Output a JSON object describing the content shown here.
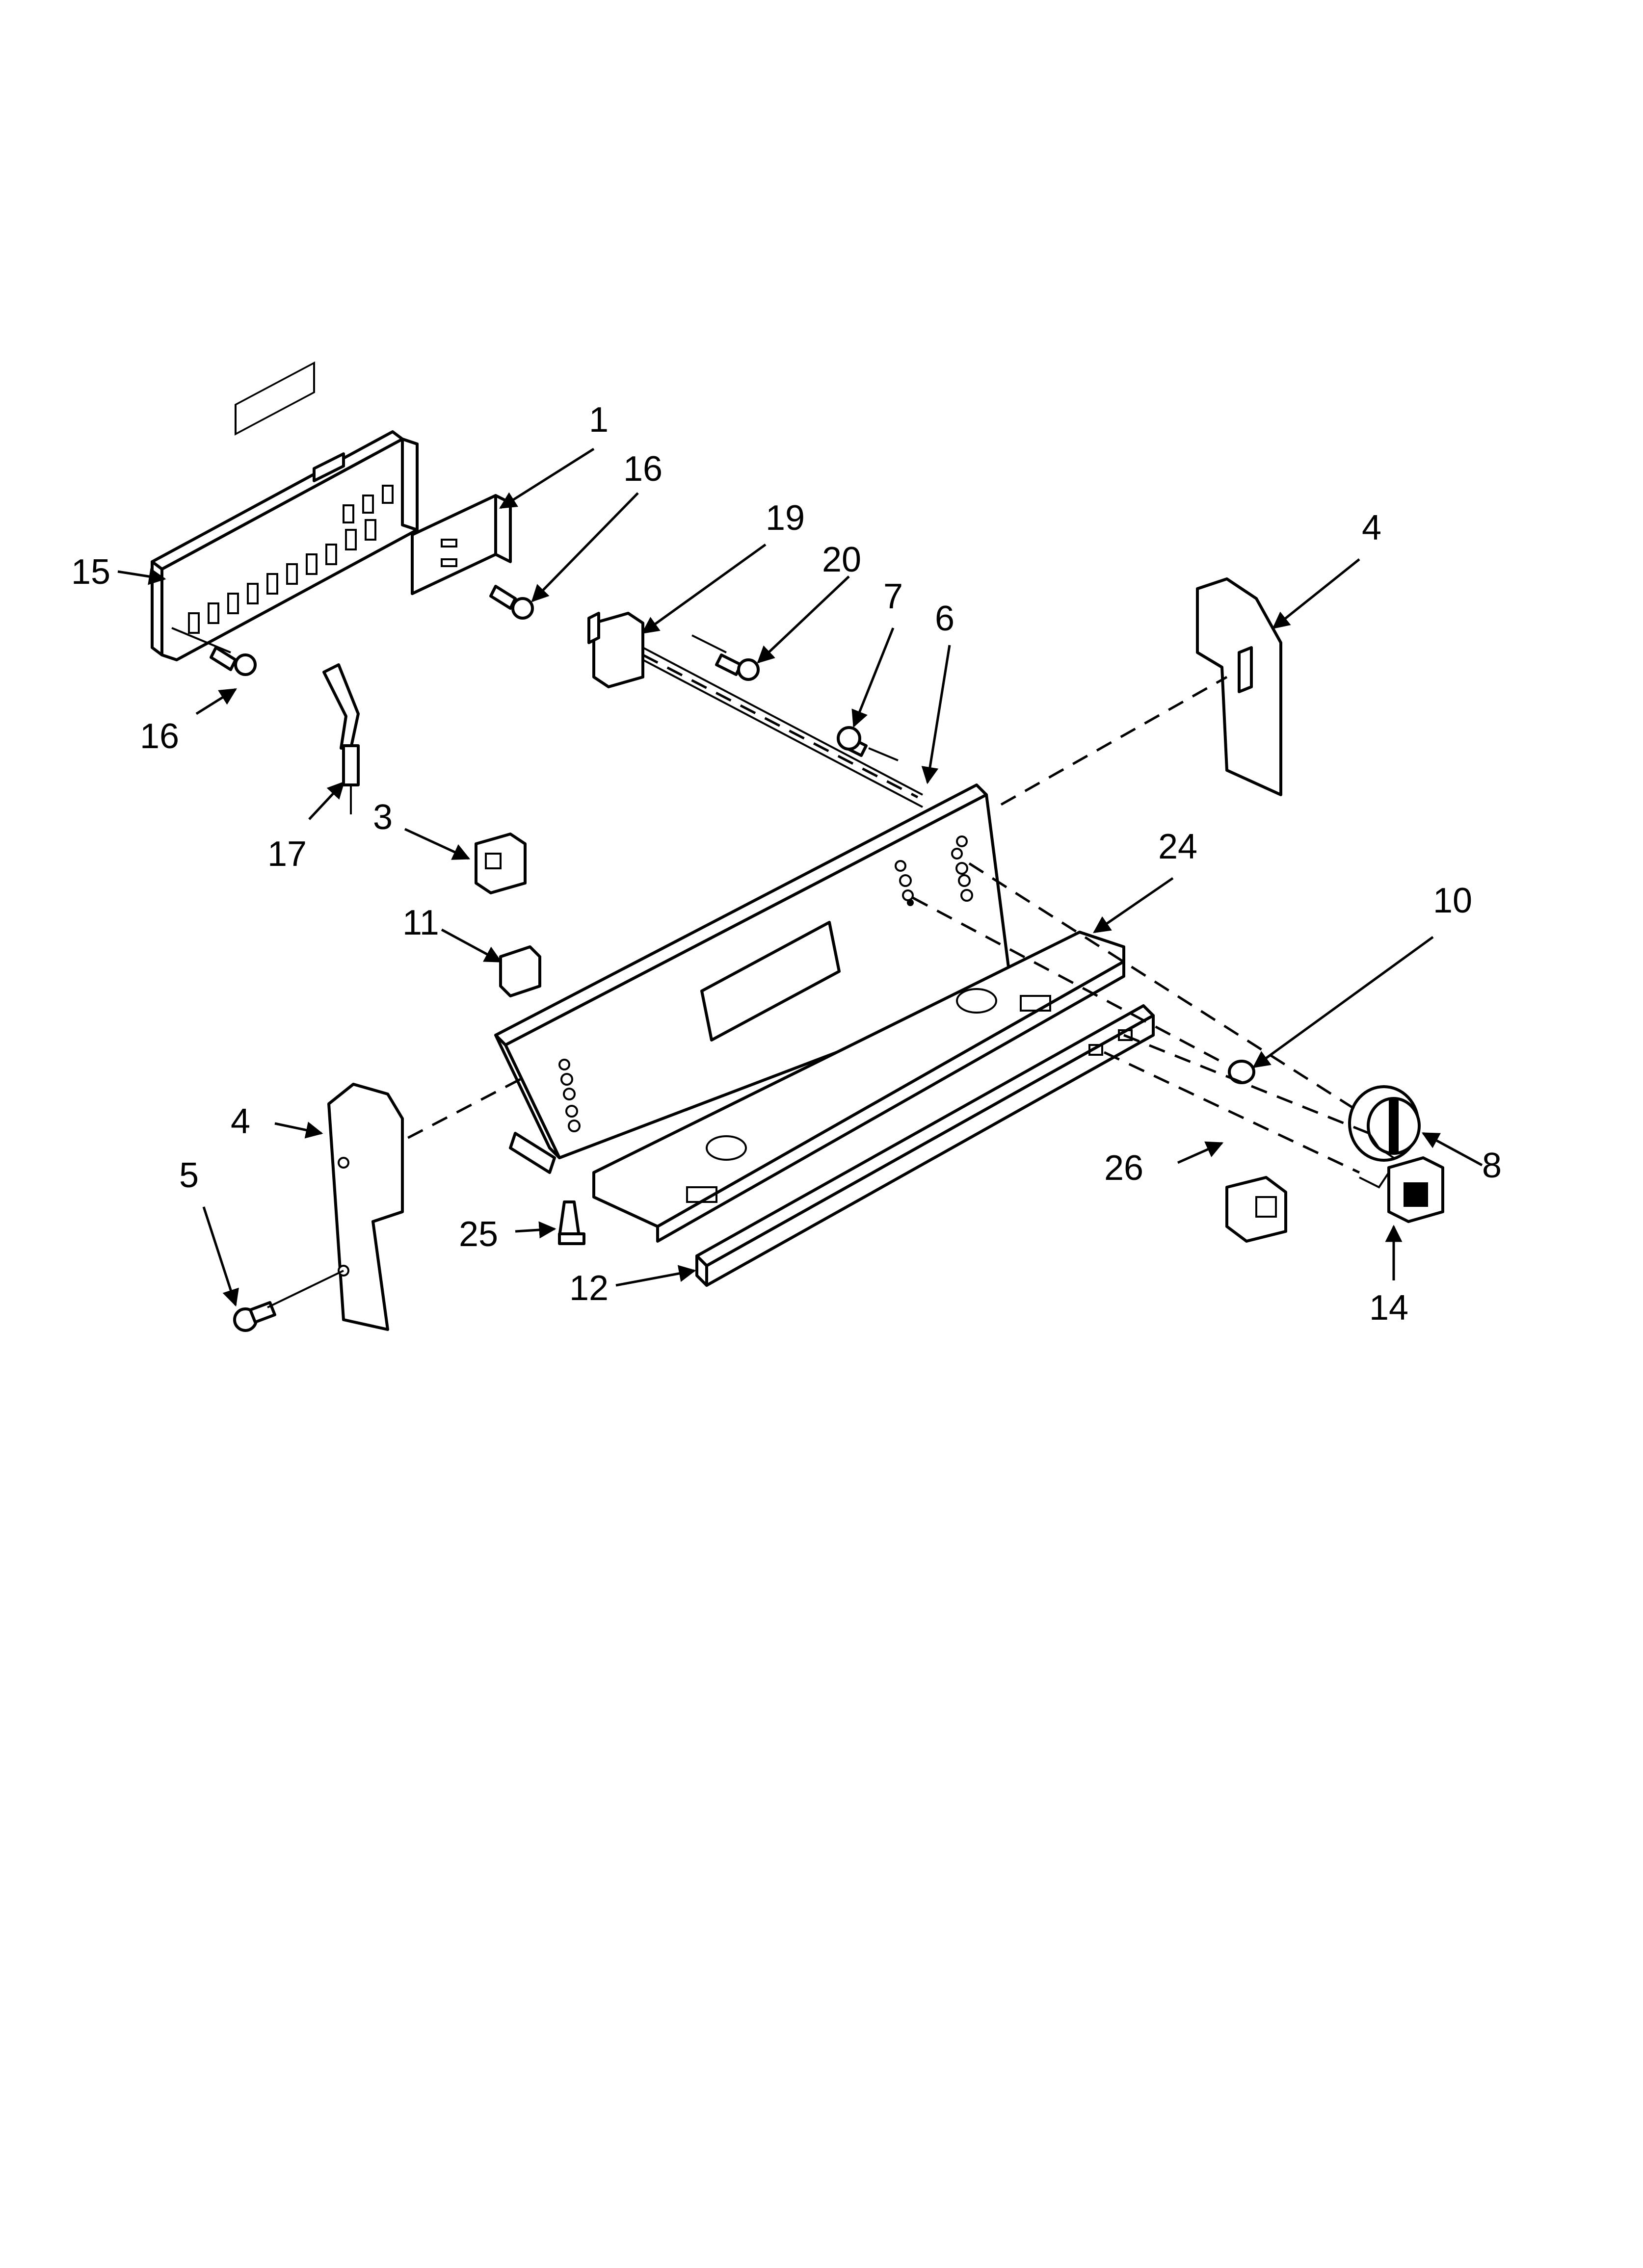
{
  "diagram": {
    "type": "exploded-parts-diagram",
    "callouts": [
      {
        "id": "c1",
        "text": "1"
      },
      {
        "id": "c16a",
        "text": "16"
      },
      {
        "id": "c15",
        "text": "15"
      },
      {
        "id": "c16b",
        "text": "16"
      },
      {
        "id": "c19",
        "text": "19"
      },
      {
        "id": "c20",
        "text": "20"
      },
      {
        "id": "c7",
        "text": "7"
      },
      {
        "id": "c6",
        "text": "6"
      },
      {
        "id": "c4a",
        "text": "4"
      },
      {
        "id": "c3",
        "text": "3"
      },
      {
        "id": "c17",
        "text": "17"
      },
      {
        "id": "c11",
        "text": "11"
      },
      {
        "id": "c24",
        "text": "24"
      },
      {
        "id": "c10",
        "text": "10"
      },
      {
        "id": "c4b",
        "text": "4"
      },
      {
        "id": "c5",
        "text": "5"
      },
      {
        "id": "c25",
        "text": "25"
      },
      {
        "id": "c12",
        "text": "12"
      },
      {
        "id": "c26",
        "text": "26"
      },
      {
        "id": "c8",
        "text": "8"
      },
      {
        "id": "c14",
        "text": "14"
      }
    ]
  }
}
